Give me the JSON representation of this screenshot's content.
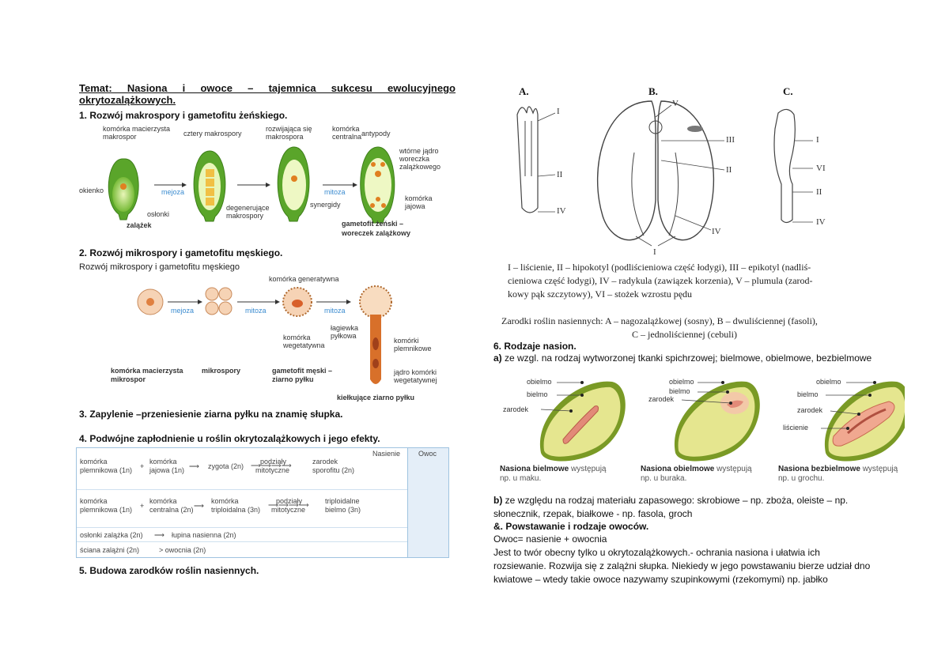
{
  "left": {
    "title_line1": "Temat:  Nasiona  i  owoce  –  tajemnica  sukcesu  ewolucyjnego",
    "title_line2": "okrytozalążkowych.",
    "h1": "1. Rozwój makrospory i gametofitu żeńskiego.",
    "fig1": {
      "l_komorka_mac": "komórka macierzysta",
      "l_makrospor": "makrospor",
      "l_cztery": "cztery makrospory",
      "l_rozwijajaca": "rozwijająca się",
      "l_makrospora": "makrospora",
      "l_komorka": "komórka",
      "l_centralna": "centralna",
      "l_antypody": "antypody",
      "l_wtorne1": "wtórne jądro",
      "l_wtorne2": "woreczka",
      "l_wtorne3": "zalążkowego",
      "l_okienko": "okienko",
      "l_mejoza": "mejoza",
      "l_mitoza": "mitoza",
      "l_oslonki": "osłonki",
      "l_zalazek": "zalążek",
      "l_degen1": "degenerujące",
      "l_degen2": "makrospory",
      "l_synergidy": "synergidy",
      "l_komorka_j": "komórka",
      "l_jajowa": "jajowa",
      "l_gam1": "gametofit żeński –",
      "l_gam2": "woreczek zalążkowy"
    },
    "h2": "2. Rozwój mikrospory i gametofitu męskiego.",
    "fig2": {
      "caption": "Rozwój mikrospory i gametofitu męskiego",
      "l_generatywna": "komórka generatywna",
      "l_mejoza": "mejoza",
      "l_mitoza1": "mitoza",
      "l_mitoza2": "mitoza",
      "l_lagiewka1": "łagiewka",
      "l_lagiewka2": "pyłkowa",
      "l_kom_wege1": "komórka",
      "l_kom_wege2": "wegetatywna",
      "l_plemnik1": "komórki",
      "l_plemnik2": "plemnikowe",
      "l_jadro1": "jądro komórki",
      "l_jadro2": "wegetatywnej",
      "l_mac1": "komórka macierzysta",
      "l_mac2": "mikrospor",
      "l_mikrospory": "mikrospory",
      "l_gam1": "gametofit męski –",
      "l_gam2": "ziarno pyłku",
      "l_kielkujace": "kiełkujące ziarno pyłku"
    },
    "h3": "3. Zapylenie –przeniesienie ziarna pyłku na znamię słupka.",
    "h4": "4. Podwójne zapłodnienie u roślin  okrytozalążkowych i jego efekty.",
    "table": {
      "hdr_nasienie": "Nasienie",
      "hdr_owoc": "Owoc",
      "r1_a1": "komórka",
      "r1_a2": "plemnikowa (1n)",
      "r1_b1": "komórka",
      "r1_b2": "jajowa (1n)",
      "r1_c": "zygota (2n)",
      "r1_d1": "podziały",
      "r1_d2": "mitotyczne",
      "r1_e1": "zarodek",
      "r1_e2": "sporofitu (2n)",
      "r2_a1": "komórka",
      "r2_a2": "plemnikowa (1n)",
      "r2_b1": "komórka",
      "r2_b2": "centralna (2n)",
      "r2_c1": "komórka",
      "r2_c2": "triploidalna (3n)",
      "r2_d1": "podziały",
      "r2_d2": "mitotyczne",
      "r2_e1": "triploidalne",
      "r2_e2": "bielmo (3n)",
      "r3_a": "osłonki zalążka (2n)",
      "r3_b": "łupina nasienna (2n)",
      "r4_a": "ściana zalążni (2n)",
      "r4_b": "> owocnia (2n)"
    },
    "h5": "5. Budowa zarodków roślin nasiennych."
  },
  "right": {
    "embryo": {
      "lbl_A": "A.",
      "lbl_B": "B.",
      "lbl_C": "C.",
      "r_I": "I",
      "r_II": "II",
      "r_III": "III",
      "r_IV": "IV",
      "r_V": "V",
      "r_VI": "VI",
      "legend1": "I – liścienie, II – hipokotyl (podliścieniowa część łodygi), III – epikotyl (nadliś-",
      "legend2": "cieniowa część łodygi), IV – radykula (zawiązek korzenia), V – plumula (zarod-",
      "legend3": "kowy pąk szczytowy), VI – stożek wzrostu pędu",
      "caption1": "Zarodki roślin nasiennych: A – nagozalążkowej (sosny), B –  dwuliściennej (fasoli),",
      "caption2": "C – jednoliściennej (cebuli)"
    },
    "h6": "6. Rodzaje nasion.",
    "p6a_b": "a)",
    "p6a": " ze wzgl. na rodzaj wytworzonej tkanki spichrzowej; bielmowe, obielmowe, bezbielmowe",
    "seeds": {
      "s1_obielmo": "obielmo",
      "s1_bielmo": "bielmo",
      "s1_zarodek": "zarodek",
      "s1_cap_b": "Nasiona bielmowe",
      "s1_cap": " występują",
      "s1_cap2": "np. u maku.",
      "s2_obielmo": "obielmo",
      "s2_bielmo": "bielmo",
      "s2_zarodek": "zarodek",
      "s2_cap_b": "Nasiona obielmowe",
      "s2_cap": " występują",
      "s2_cap2": "np. u buraka.",
      "s3_obielmo": "obielmo",
      "s3_bielmo": "bielmo",
      "s3_zarodek": "zarodek",
      "s3_liscienie": "liścienie",
      "s3_cap_b": "Nasiona bezbielmowe",
      "s3_cap": " występują",
      "s3_cap2": "np. u grochu."
    },
    "p6b_b": "b)",
    "p6b_1": " ze  względu  na  rodzaj  materiału  zapasowego:  skrobiowe  –  np.  zboża,  oleiste  –  np.",
    "p6b_2": "słonecznik, rzepak, białkowe - np. fasola, groch",
    "h8": "&. Powstawanie i rodzaje owoców.",
    "p8_1": "Owoc= nasienie + owocnia",
    "p8_2": " Jest  to  twór  obecny  tylko  u  okrytozalążkowych.-  ochrania  nasiona  i  ułatwia  ich",
    "p8_3": "rozsiewanie. Rozwija się z zalążni słupka. Niekiedy w jego powstawaniu bierze udział dno",
    "p8_4": "kwiatowe – wtedy takie owoce nazywamy szupinkowymi (rzekomymi) np. jabłko"
  }
}
